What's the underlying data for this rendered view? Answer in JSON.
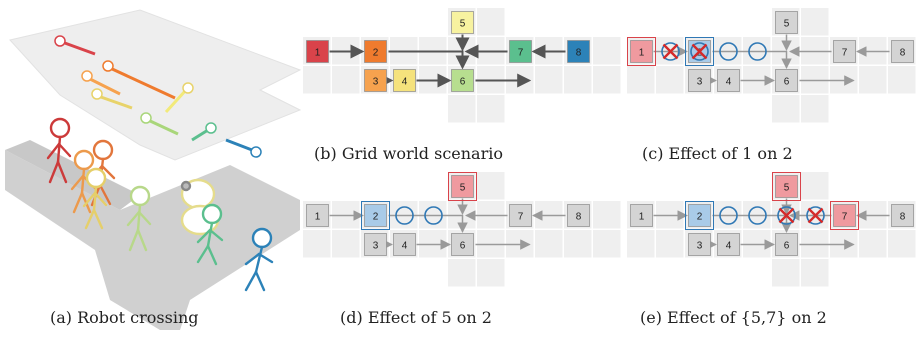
{
  "figure": {
    "captions": {
      "a": "(a) Robot crossing",
      "b": "(b) Grid world scenario",
      "c": "(c) Effect of 1 on 2",
      "d": "(d) Effect of 5 on 2",
      "e": "(e) Effect of {5,7} on 2"
    },
    "agent_labels": [
      "1",
      "2",
      "3",
      "4",
      "5",
      "6",
      "7",
      "8"
    ],
    "colors": {
      "agent1": "#d9434a",
      "agent2": "#ef7b2e",
      "agent3": "#f6a24e",
      "agent4": "#f5e27c",
      "agent5": "#f7f2a0",
      "agent6": "#b7de8f",
      "agent7": "#5bbf8e",
      "agent8": "#2c82b8",
      "inactive": "#d4d4d4",
      "highlight_red": "#ef9a9f",
      "highlight_blue": "#a9cbe8",
      "cell": "#efefef",
      "blue_circle": "#2f78b5",
      "red_cross": "#d42a2a"
    }
  }
}
